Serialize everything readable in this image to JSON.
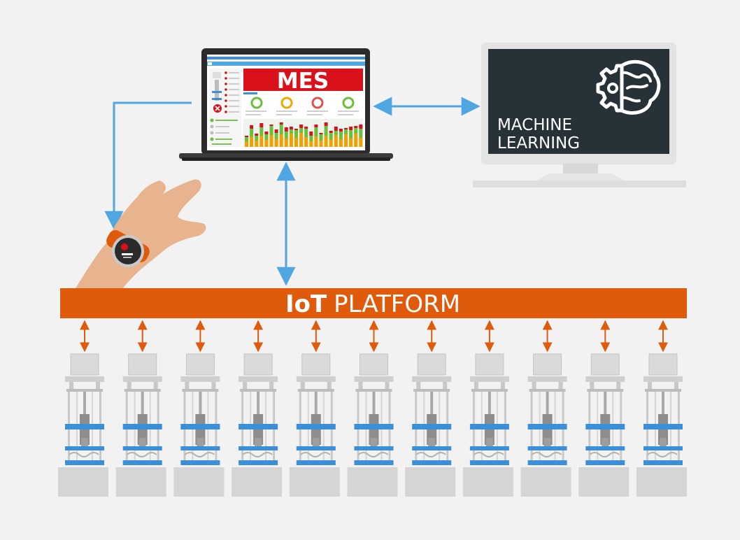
{
  "mes": {
    "label": "MES"
  },
  "machine_learning": {
    "line1": "MACHINE",
    "line2": "LEARNING"
  },
  "iot": {
    "bold": "IoT",
    "rest": "PLATFORM"
  },
  "machines": {
    "count": 11
  },
  "colors": {
    "background": "#f2f2f2",
    "iot_bar": "#e05a0c",
    "arrow_blue": "#4fa6e0",
    "arrow_orange": "#e05a0c",
    "mes_red": "#d9111b",
    "monitor_screen": "#263238",
    "machine_blue": "#3a8fd8",
    "skin": "#e8b48f"
  }
}
